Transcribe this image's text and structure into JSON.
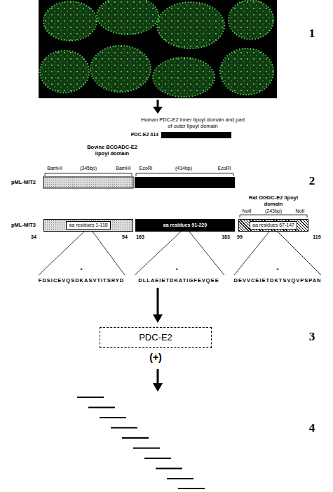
{
  "diagram": {
    "nodes": [
      {
        "text": [
          "aa residues 1-118"
        ]
      },
      {
        "text": [
          "aa residues 91-229"
        ]
      },
      {
        "text": [
          "aa residues 67-147"
        ]
      },
      {
        "text": [
          "PDC-E2"
        ]
      }
    ],
    "labels": [
      "1",
      "Human PDC-E2 inner lipoyl domain and part of outer lipoyl domain",
      "PDC-E2 414",
      "Bovine BCOADC-E2 lipoyl domain",
      "BamHI",
      "(345bp)",
      "BamHI",
      "EcoRI",
      "(414bp)",
      "EcoRI",
      "pML-MIT2",
      "Rat OGDC-E2 lipoyl domain",
      "NotI",
      "(243bp)",
      "NotI",
      "pML-MIT3",
      "34",
      "54",
      "163",
      "183",
      "99",
      "119",
      "*",
      "*",
      "*",
      "FDSICEVQSDKASVTITSRYD",
      "DLLAEIETDKATIGFEVQEE",
      "DEVVCEIETDKTSVQVPSPAN",
      "2",
      "(+)",
      "3",
      "4"
    ]
  }
}
